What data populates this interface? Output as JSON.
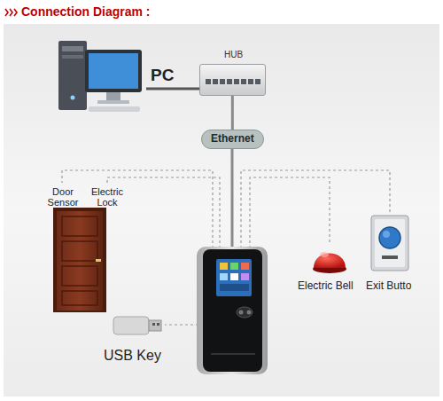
{
  "diagram": {
    "title": "Connection Diagram :",
    "nodes": [
      {
        "text": [
          "PC"
        ]
      },
      {
        "text": [
          "HUB"
        ]
      },
      {
        "text": [
          "Ethernet"
        ]
      }
    ],
    "edges": [
      {
        "from": 0,
        "to": 1,
        "arrow": "none"
      },
      {
        "from": 1,
        "to": 2,
        "arrow": "none"
      }
    ],
    "labels": [
      "Door Sensor",
      "Electric Lock",
      "Electric Bell",
      "Exit Butto",
      "USB Key"
    ]
  }
}
